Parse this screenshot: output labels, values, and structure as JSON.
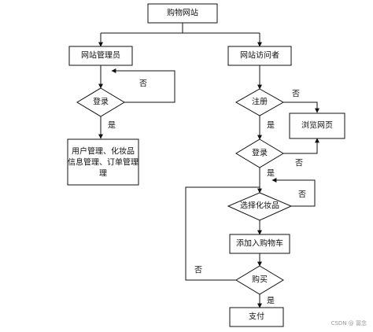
{
  "diagram": {
    "nodes": {
      "shop_site": "购物网站",
      "admin": "网站管理员",
      "visitor": "网站访问者",
      "admin_login": "登录",
      "admin_functions_line1": "用户管理、化妆品",
      "admin_functions_line2": "信息管理、订单管理",
      "admin_functions_line3": "理",
      "register": "注册",
      "browse": "浏览网页",
      "visitor_login": "登录",
      "select_cosmetics": "选择化妆品",
      "add_to_cart": "添加入购物车",
      "purchase": "购买",
      "pay": "支付"
    },
    "edge_labels": {
      "admin_login_no": "否",
      "admin_login_yes": "是",
      "register_no": "否",
      "register_yes": "是",
      "login_no": "否",
      "login_yes": "是",
      "select_no": "否",
      "purchase_no": "否",
      "purchase_yes": "是"
    }
  },
  "watermark": "CSDN @ 冨念"
}
